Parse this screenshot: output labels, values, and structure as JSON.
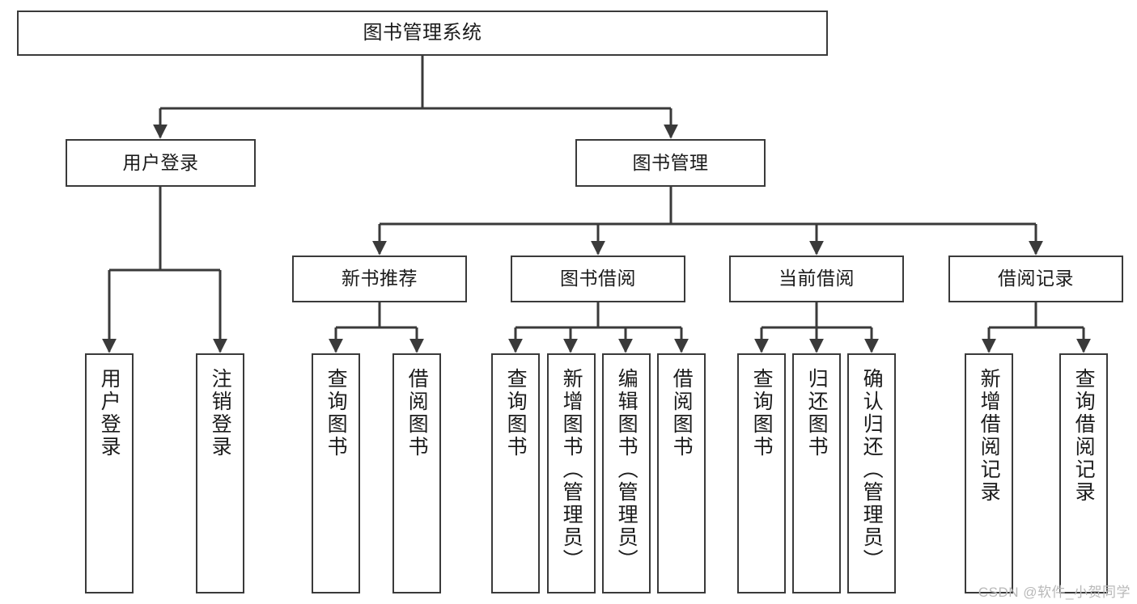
{
  "diagram": {
    "title_node": {
      "label": "图书管理系统"
    },
    "level2": [
      {
        "label": "用户登录"
      },
      {
        "label": "图书管理"
      }
    ],
    "level3": [
      {
        "label": "新书推荐"
      },
      {
        "label": "图书借阅"
      },
      {
        "label": "当前借阅"
      },
      {
        "label": "借阅记录"
      }
    ],
    "leaves": {
      "user_login": [
        {
          "label": "用户登录"
        },
        {
          "label": "注销登录"
        }
      ],
      "new_book_recommend": [
        {
          "label": "查询图书"
        },
        {
          "label": "借阅图书"
        }
      ],
      "book_borrow": [
        {
          "label": "查询图书"
        },
        {
          "label": "新增图书（管理员）"
        },
        {
          "label": "编辑图书（管理员）"
        },
        {
          "label": "借阅图书"
        }
      ],
      "current_borrow": [
        {
          "label": "查询图书"
        },
        {
          "label": "归还图书"
        },
        {
          "label": "确认归还（管理员）"
        }
      ],
      "borrow_record": [
        {
          "label": "新增借阅记录"
        },
        {
          "label": "查询借阅记录"
        }
      ]
    },
    "watermark": "CSDN @软件_小贺同学",
    "colors": {
      "stroke": "#3a3a3a",
      "background": "#ffffff",
      "text": "#1b1b1b",
      "watermark": "#b9b9b9"
    }
  }
}
